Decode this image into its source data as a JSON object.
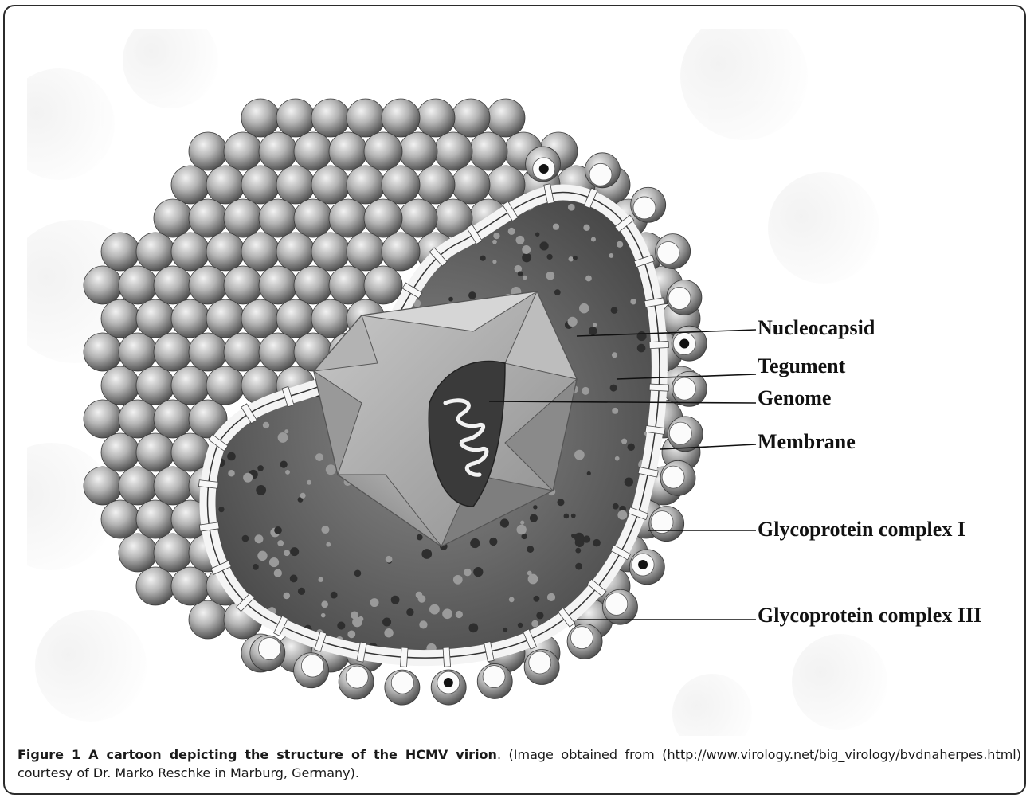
{
  "figure": {
    "labels": {
      "nucleocapsid": "Nucleocapsid",
      "tegument": "Tegument",
      "genome": "Genome",
      "membrane": "Membrane",
      "gp1": "Glycoprotein complex I",
      "gp3": "Glycoprotein complex III"
    }
  },
  "caption": {
    "bold": "Figure 1 A cartoon depicting the structure of the HCMV virion",
    "rest": ". (Image obtained from (http://www.virology.net/big_virology/bvdnaherpes.html) courtesy of Dr. Marko Reschke in Marburg, Germany)."
  },
  "colors": {
    "border": "#2b2b2b",
    "tegument": "#6a6a6a",
    "membrane": "#f4f4f4",
    "capsid": "#a8a8a8",
    "sphere": "#9c9c9c"
  }
}
